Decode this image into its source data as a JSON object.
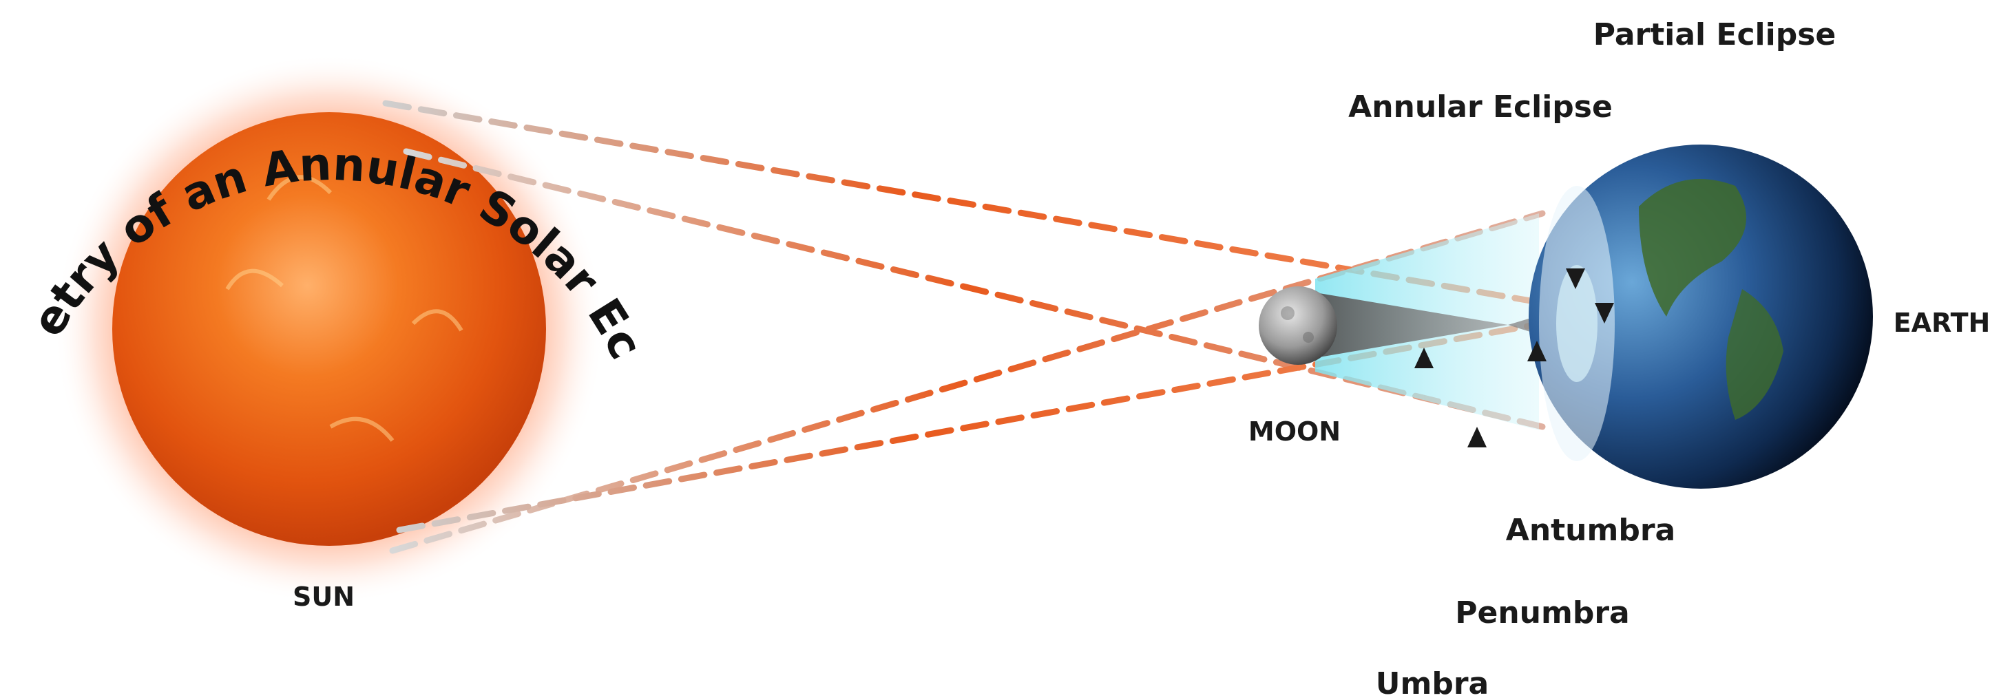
{
  "title": "Geometry of an Annular Solar Eclipse",
  "bodies": {
    "sun": "SUN",
    "moon": "MOON",
    "earth": "EARTH"
  },
  "regions": {
    "annular_eclipse": "Annular Eclipse",
    "partial_eclipse": "Partial Eclipse",
    "antumbra": "Antumbra",
    "penumbra": "Penumbra",
    "umbra": "Umbra"
  },
  "colors": {
    "ray_orange": "#e85a1e",
    "ray_fade": "#c8c8c8",
    "sun_core": "#f06a10",
    "sun_glow": "#ff7a3a",
    "antumbra_cyan": "#7fe3f0",
    "umbra_cone": "#6e6e6e",
    "earth_ocean": "#1d4f8c",
    "earth_land": "#3f6b2a"
  },
  "icons": [
    "sun-icon",
    "moon-icon",
    "earth-icon",
    "arrow-icon"
  ]
}
